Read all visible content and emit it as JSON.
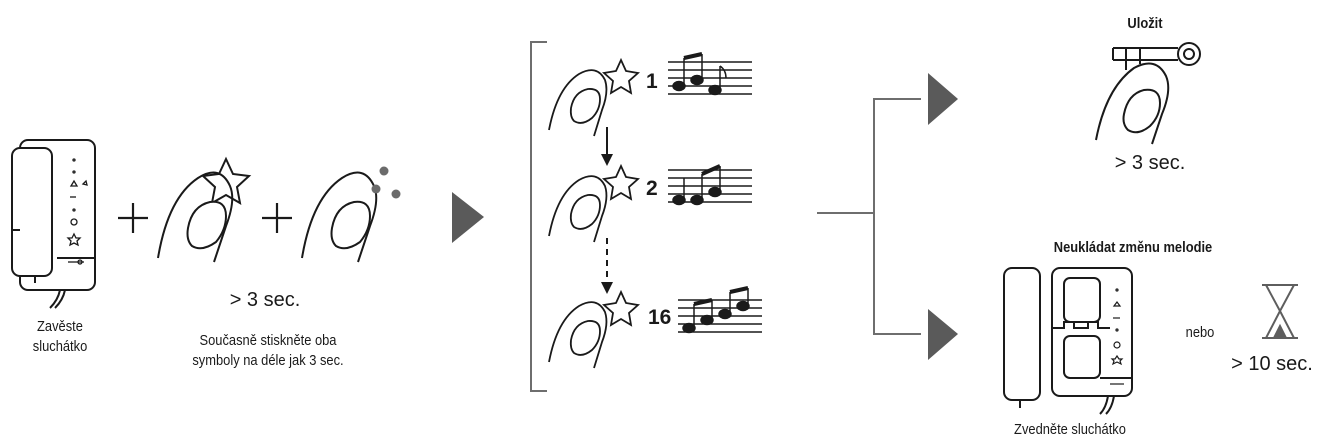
{
  "steps": {
    "hang_up_label": "Zavěste\nsluchátko",
    "press_duration": "> 3 sec.",
    "press_instruction": "Současně stiskněte oba\nsymboly na déle jak 3 sec."
  },
  "melodies": {
    "item1": "1",
    "item2": "2",
    "item3": "16"
  },
  "outcome_save": {
    "title": "Uložit",
    "duration": "> 3 sec."
  },
  "outcome_discard": {
    "title": "Neukládat změnu melodie",
    "or_label": "nebo",
    "timeout": "> 10 sec.",
    "lift_label": "Zvedněte sluchátko"
  },
  "colors": {
    "ink": "#1a1a1a",
    "arrow": "#5a5a5a",
    "line": "#6e6e6e",
    "hourglass": "#5e5e5e"
  }
}
